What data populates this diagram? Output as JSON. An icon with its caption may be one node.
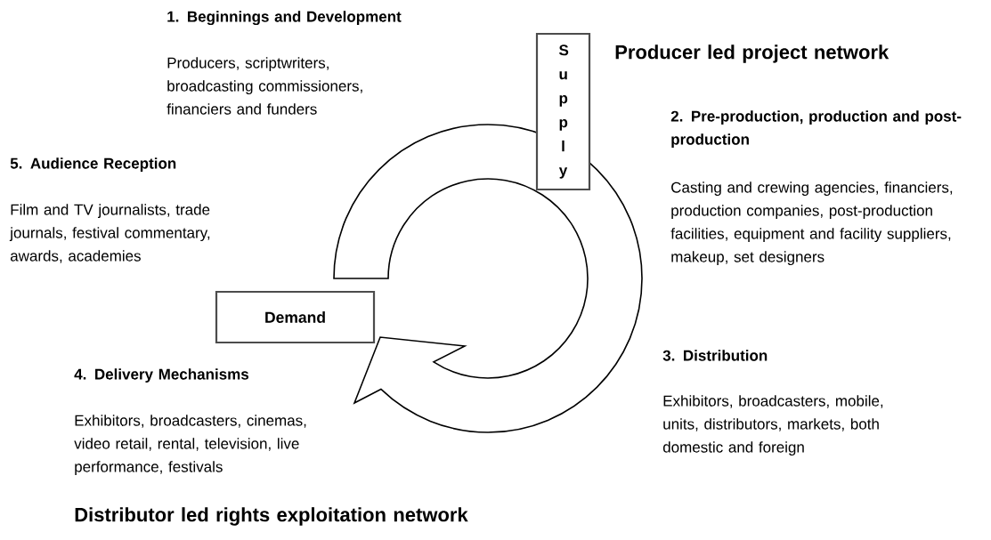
{
  "diagram": {
    "nodes": [
      {
        "text": [
          "Supply"
        ]
      },
      {
        "text": [
          "Demand"
        ]
      }
    ],
    "labels": [
      "1. Beginnings and Development",
      "Producers, scriptwriters, broadcasting commissioners, financiers and funders",
      "Producer led project network",
      "2. Pre-production, production and post-production",
      "Casting and crewing agencies, financiers, production companies, post-production facilities, equipment and facility suppliers, makeup, set designers",
      "5. Audience Reception",
      "Film and TV journalists, trade journals, festival commentary, awards, academies",
      "3. Distribution",
      "Exhibitors, broadcasters, mobile, units, distributors, markets, both domestic and foreign",
      "4. Delivery Mechanisms",
      "Exhibitors, broadcasters, cinemas, video retail, rental, television, live performance, festivals",
      "Distributor led rights exploitation network"
    ]
  }
}
